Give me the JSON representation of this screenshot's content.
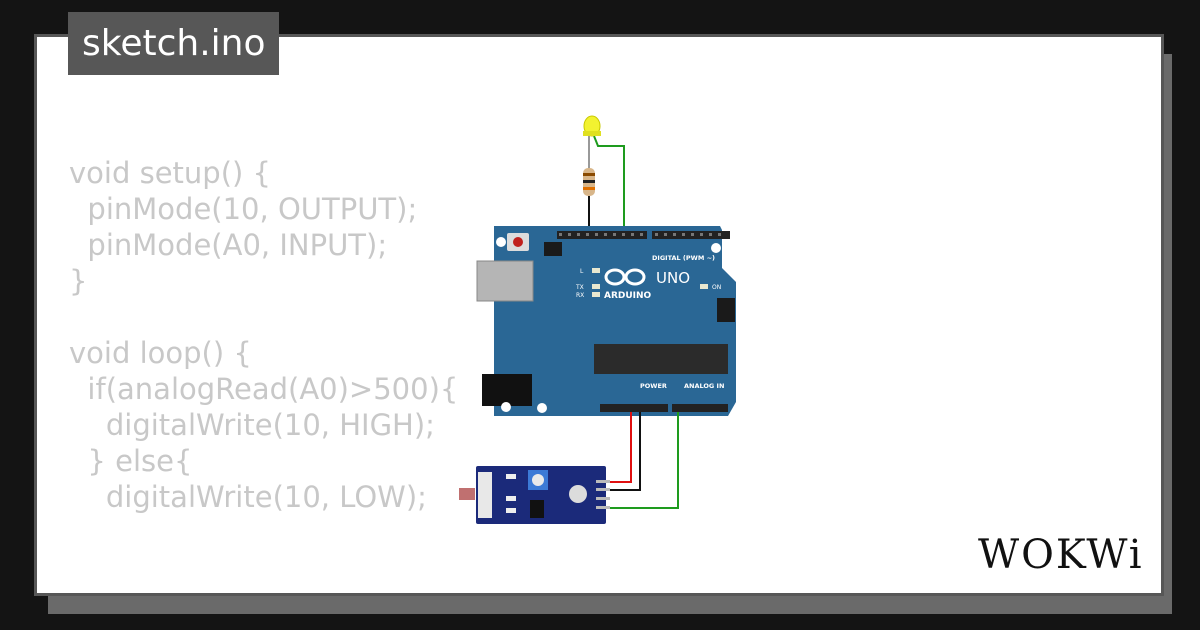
{
  "tab": {
    "title": "sketch.ino"
  },
  "code": {
    "lines": [
      "void setup() {",
      "  pinMode(10, OUTPUT);",
      "  pinMode(A0, INPUT);",
      "}",
      "",
      "void loop() {",
      "  if(analogRead(A0)>500){",
      "    digitalWrite(10, HIGH);",
      "  } else{",
      "    digitalWrite(10, LOW);"
    ]
  },
  "board": {
    "brand": "ARDUINO",
    "model": "UNO",
    "digital_header": "DIGITAL (PWM ~)",
    "power_header": "POWER",
    "analog_header": "ANALOG IN",
    "led_l": "L",
    "led_tx": "TX",
    "led_rx": "RX",
    "led_on": "ON"
  },
  "logo": {
    "text": "WOKWi"
  },
  "colors": {
    "board": "#2a6795",
    "wire_green": "#1e9b1e",
    "wire_red": "#e01010",
    "wire_black": "#111111",
    "led_yellow": "#f2f230",
    "sensor_board": "#1b2a7a"
  }
}
